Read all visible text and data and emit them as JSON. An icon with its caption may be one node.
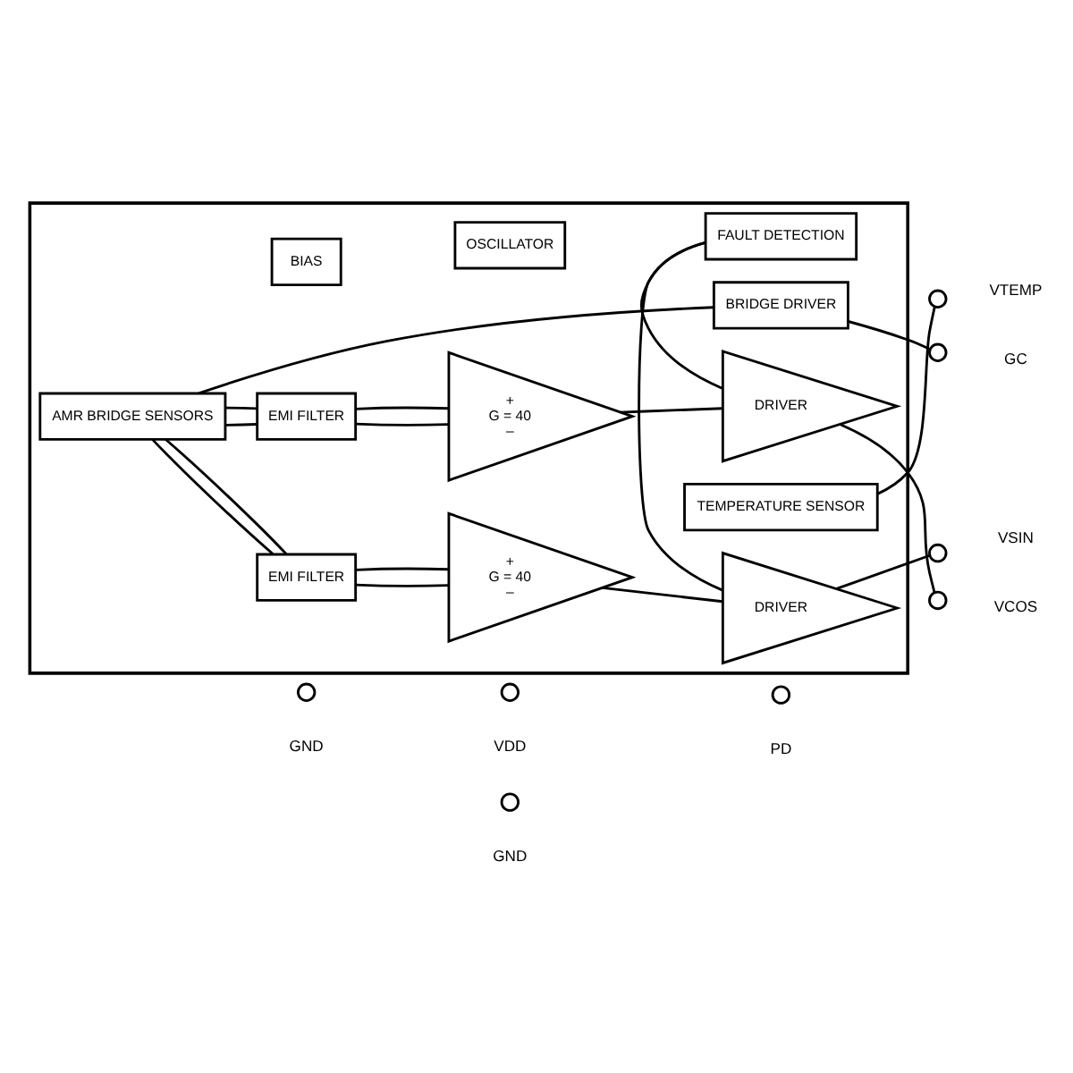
{
  "diagram": {
    "nodes": [
      {
        "text": [],
        "shape": "box"
      },
      {
        "text": [],
        "shape": "circle",
        "beside": [
          "VDD"
        ]
      },
      {
        "text": [
          "TEMPERATURE SENSOR"
        ],
        "in": 0
      },
      {
        "text": [],
        "shape": "circle",
        "beside": [
          "VTEMP"
        ]
      },
      {
        "text": [
          "BRIDGE DRIVER"
        ],
        "in": 0
      },
      {
        "text": [],
        "shape": "circle",
        "beside": [
          "GC"
        ]
      },
      {
        "text": [
          "AMR BRIDGE SENSORS"
        ],
        "in": 0
      },
      {
        "text": [
          "EMI FILTER"
        ],
        "in": 0
      },
      {
        "text": [
          "+",
          "G = 40",
          "–"
        ],
        "in": 0
      },
      {
        "text": [
          "DRIVER"
        ],
        "in": 0
      },
      {
        "text": [],
        "shape": "circle",
        "beside": [
          "VSIN"
        ]
      },
      {
        "text": [
          "BIAS"
        ],
        "in": 0
      },
      {
        "text": [
          "OSCILLATOR"
        ],
        "in": 0
      },
      {
        "text": [
          "FAULT DETECTION"
        ],
        "in": 0
      },
      {
        "text": [
          "EMI FILTER"
        ],
        "in": 0
      },
      {
        "text": [
          "+",
          "G = 40",
          "–"
        ],
        "in": 0
      },
      {
        "text": [
          "DRIVER"
        ],
        "in": 0
      },
      {
        "text": [],
        "shape": "circle",
        "beside": [
          "VCOS"
        ]
      },
      {
        "text": [],
        "shape": "circle",
        "beside": [
          "GND"
        ]
      },
      {
        "text": [],
        "shape": "circle",
        "beside": [
          "GND"
        ]
      },
      {
        "text": [],
        "shape": "circle",
        "beside": [
          "PD"
        ]
      }
    ],
    "edges": [
      {
        "from": 2,
        "to": 3,
        "arrow": "none"
      },
      {
        "from": 4,
        "to": 5,
        "arrow": "none"
      },
      {
        "from": 6,
        "to": 4,
        "arrow": "none"
      },
      {
        "from": 6,
        "to": 7,
        "arrow": "none"
      },
      {
        "from": 6,
        "to": 7,
        "arrow": "none"
      },
      {
        "from": 7,
        "to": 8,
        "arrow": "none"
      },
      {
        "from": 7,
        "to": 8,
        "arrow": "none"
      },
      {
        "from": 8,
        "to": 9,
        "arrow": "none"
      },
      {
        "from": 9,
        "to": 10,
        "arrow": "none"
      },
      {
        "from": 9,
        "to": 13,
        "arrow": "none"
      },
      {
        "from": 13,
        "to": 16,
        "arrow": "none"
      },
      {
        "from": 6,
        "to": 14,
        "arrow": "none"
      },
      {
        "from": 6,
        "to": 14,
        "arrow": "none"
      },
      {
        "from": 14,
        "to": 15,
        "arrow": "none"
      },
      {
        "from": 14,
        "to": 15,
        "arrow": "none"
      },
      {
        "from": 15,
        "to": 16,
        "arrow": "none"
      },
      {
        "from": 16,
        "to": 17,
        "arrow": "none"
      }
    ]
  }
}
